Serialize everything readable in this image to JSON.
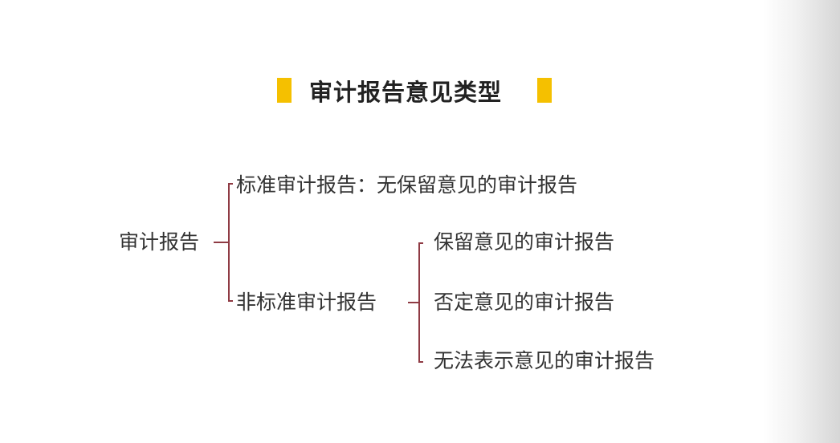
{
  "title": "审计报告意见类型",
  "accent_color": "#f5c000",
  "line_color": "#8f3b44",
  "tree": {
    "root": "审计报告",
    "standard": "标准审计报告：无保留意见的审计报告",
    "non_standard": {
      "label": "非标准审计报告",
      "children": [
        "保留意见的审计报告",
        "否定意见的审计报告",
        "无法表示意见的审计报告"
      ]
    }
  }
}
